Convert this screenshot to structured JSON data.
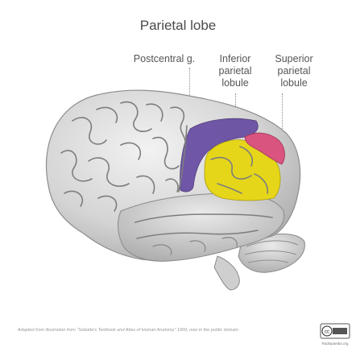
{
  "title": "Parietal lobe",
  "labels": {
    "postcentral": "Postcentral g.",
    "inferior": [
      "Inferior",
      "parietal",
      "lobule"
    ],
    "superior": [
      "Superior",
      "parietal",
      "lobule"
    ]
  },
  "credit": "Adapted from illustration from \"Sobotta's Textbook and Atlas of Human Anatomy\" 1909, now in the public domain.",
  "colors": {
    "postcentral": "#6a4fa3",
    "inferior": "#e6d619",
    "superior": "#d9547e",
    "brain": "#d8d8d8",
    "sulci": "#7d7d7d"
  },
  "cc_badge": {
    "text": "cc",
    "site": "Radiopaedia.org"
  }
}
